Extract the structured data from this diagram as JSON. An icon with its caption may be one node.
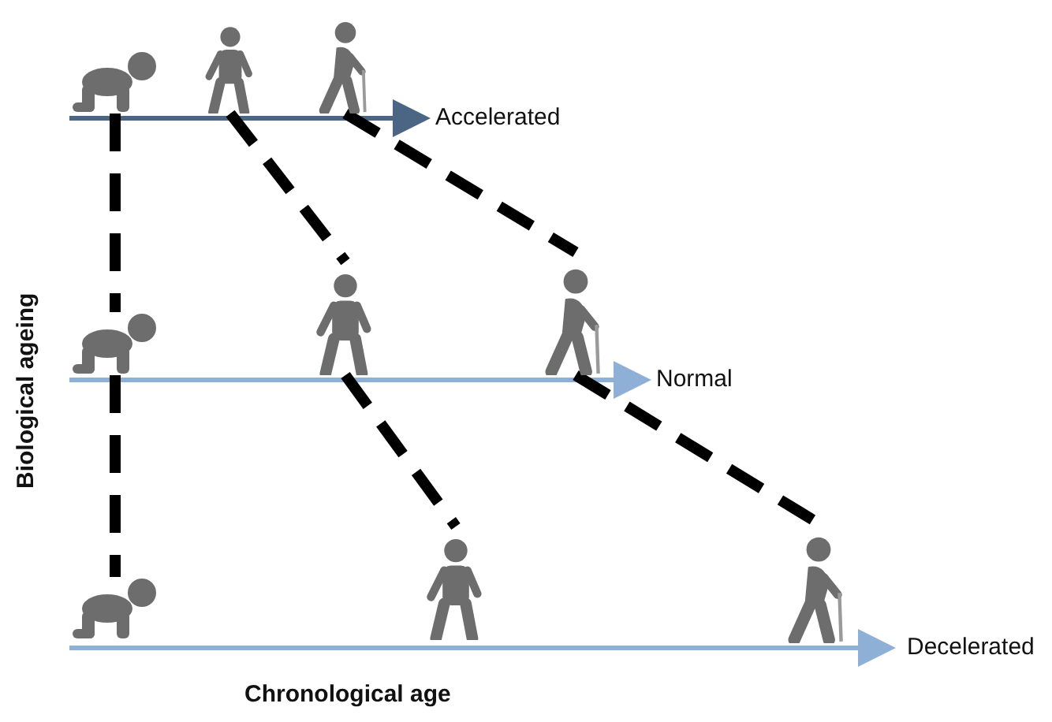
{
  "diagram": {
    "nodes": [
      {
        "text": [],
        "shape": "person"
      },
      {
        "text": [],
        "shape": "person"
      },
      {
        "text": [],
        "shape": "person"
      },
      {
        "text": [],
        "shape": "person"
      },
      {
        "text": [],
        "shape": "person"
      },
      {
        "text": [],
        "shape": "person"
      },
      {
        "text": [],
        "shape": "person"
      },
      {
        "text": [],
        "shape": "person"
      },
      {
        "text": [],
        "shape": "person"
      }
    ],
    "edges": [
      {
        "from": 0,
        "to": 3,
        "arrow": "none",
        "style": "dashed"
      },
      {
        "from": 3,
        "to": 6,
        "arrow": "none",
        "style": "dashed"
      },
      {
        "from": 1,
        "to": 4,
        "arrow": "none",
        "style": "dashed"
      },
      {
        "from": 4,
        "to": 7,
        "arrow": "none",
        "style": "dashed"
      },
      {
        "from": 2,
        "to": 5,
        "arrow": "none",
        "style": "dashed"
      },
      {
        "from": 5,
        "to": 8,
        "arrow": "none",
        "style": "dashed"
      }
    ],
    "labels": [
      "Accelerated",
      "Normal",
      "Biological ageing",
      "Decelerated",
      "Chronological age"
    ]
  }
}
